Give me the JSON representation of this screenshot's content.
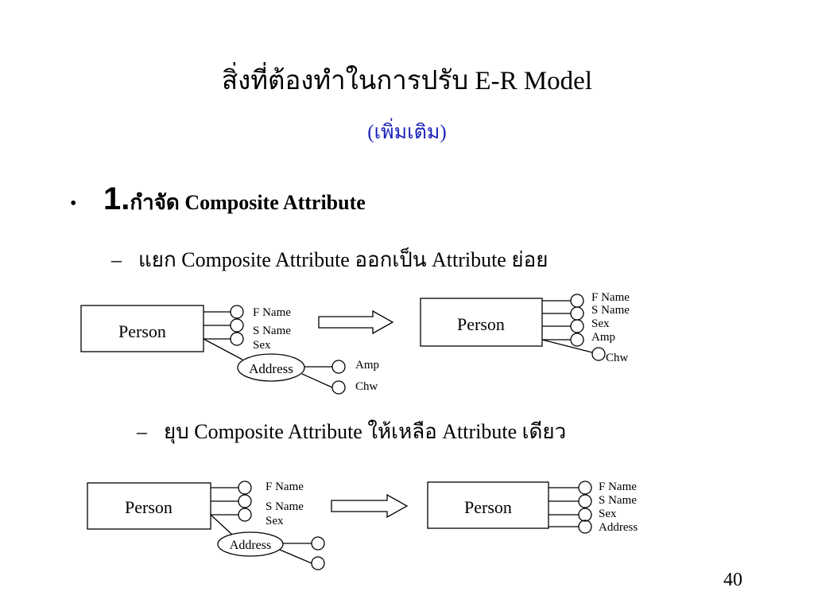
{
  "slide": {
    "title": "สิ่งที่ต้องทำในการปรับ E-R Model",
    "subtitle": "(เพิ่มเติม)",
    "bullet_number": "1.",
    "bullet_text": "กำจัด Composite Attribute",
    "sub_bullet_1": "แยก Composite Attribute ออกเป็น Attribute ย่อย",
    "sub_bullet_2": "ยุบ Composite Attribute ให้เหลือ Attribute เดียว",
    "page_number": "40",
    "subtitle_color": "#1a22b8"
  },
  "diagram1": {
    "before": {
      "entity": "Person",
      "attributes": [
        "F Name",
        "S Name",
        "Sex"
      ],
      "composite": "Address",
      "sub_attributes": [
        "Amp",
        "Chw"
      ]
    },
    "after": {
      "entity": "Person",
      "attributes": [
        "F Name",
        "S Name",
        "Sex",
        "Amp",
        "Chw"
      ]
    }
  },
  "diagram2": {
    "before": {
      "entity": "Person",
      "attributes": [
        "F Name",
        "S Name",
        "Sex"
      ],
      "composite": "Address"
    },
    "after": {
      "entity": "Person",
      "attributes": [
        "F Name",
        "S Name",
        "Sex",
        "Address"
      ]
    }
  }
}
